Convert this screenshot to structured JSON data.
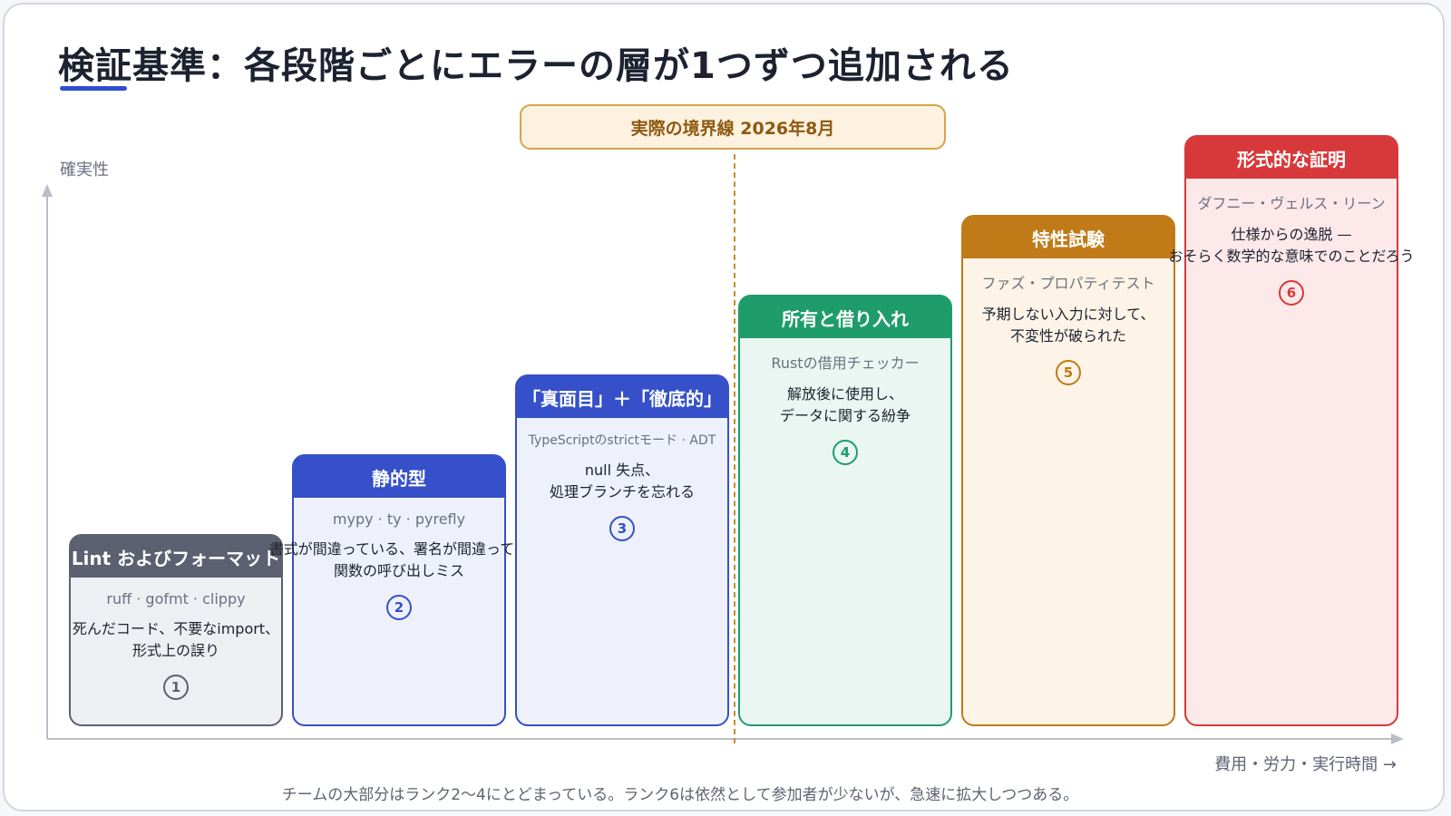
{
  "title": "検証基準：各段階ごとにエラーの層が1つずつ追加される",
  "y_axis_label": "確実性",
  "x_axis_label": "費用・労力・実行時間 →",
  "boundary_label": "実際の境界線 2026年8月",
  "footnote": "チームの大部分はランク2〜4にとどまっている。ランク6は依然として参加者が少ないが、急速に拡大しつつある。",
  "cards": [
    {
      "rank": "1",
      "title": "Lint およびフォーマット",
      "tools": "ruff · gofmt · clippy",
      "description": "死んだコード、不要なimport、\n形式上の誤り",
      "color": "#5b6170",
      "bg": "#eeeff2"
    },
    {
      "rank": "2",
      "title": "静的型",
      "tools": "mypy · ty · pyrefly",
      "description": "書式が間違っている、署名が間違ってい\n関数の呼び出しミス",
      "color": "#3550c8",
      "bg": "#eef1fb"
    },
    {
      "rank": "3",
      "title": "「真面目」＋「徹底的」",
      "tools": "TypeScriptのstrictモード · ADT",
      "description": "null 失点、\n処理ブランチを忘れる",
      "color": "#3550c8",
      "bg": "#eef1fb"
    },
    {
      "rank": "4",
      "title": "所有と借り入れ",
      "tools": "Rustの借用チェッカー",
      "description": "解放後に使用し、\nデータに関する紛争",
      "color": "#1f9c6c",
      "bg": "#eaf6f1"
    },
    {
      "rank": "5",
      "title": "特性試験",
      "tools": "ファズ・プロパティテスト",
      "description": "予期しない入力に対して、\n不変性が破られた",
      "color": "#c07a17",
      "bg": "#fdf4e7"
    },
    {
      "rank": "6",
      "title": "形式的な証明",
      "tools": "ダフニー・ヴェルス・リーン",
      "description": "仕様からの逸脱 —\nおそらく数学的な意味でのことだろう",
      "color": "#d7393a",
      "bg": "#fde9e9"
    }
  ]
}
